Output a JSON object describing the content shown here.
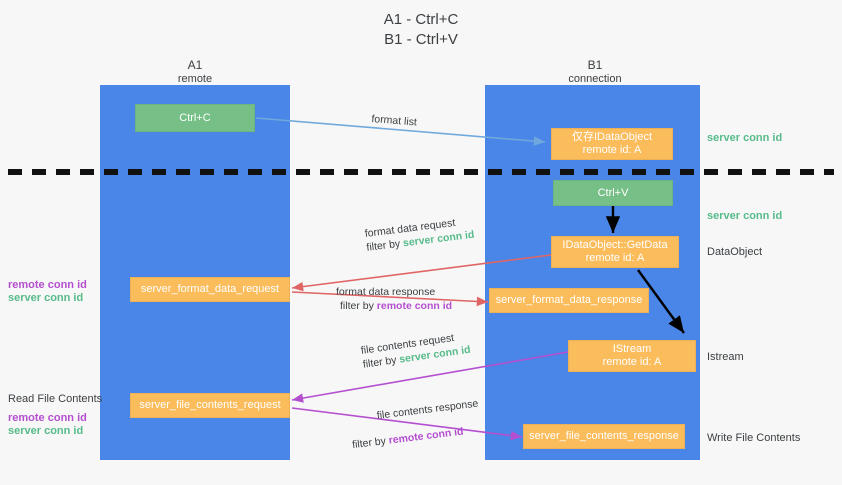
{
  "title": {
    "line1": "A1 - Ctrl+C",
    "line2": "B1 - Ctrl+V"
  },
  "colors": {
    "lane": "#4a86e8",
    "orange_box": "#fbbc5c",
    "green_box": "#76c087",
    "server_conn_id": "#57bb8a",
    "remote_conn_id": "#b44fd0",
    "arrow_blue": "#6fa8dc",
    "arrow_red": "#e06666",
    "arrow_purple": "#b44fd0",
    "arrow_black": "#000000",
    "background": "#f7f7f7",
    "text": "#3c4043"
  },
  "columns": [
    {
      "name": "A1",
      "sub": "remote"
    },
    {
      "name": "B1",
      "sub": "connection"
    }
  ],
  "boxes": [
    {
      "id": "ctrl-c",
      "line1": "Ctrl+C",
      "line2": "",
      "color": "green"
    },
    {
      "id": "idataobject-clipboard",
      "line1": "仅存IDataObject",
      "line2": "remote id: A",
      "color": "orange"
    },
    {
      "id": "ctrl-v",
      "line1": "Ctrl+V",
      "line2": "",
      "color": "green"
    },
    {
      "id": "idataobject-getdata",
      "line1": "IDataObject::GetData",
      "line2": "remote id: A",
      "color": "orange"
    },
    {
      "id": "server-format-data-request",
      "line1": "server_format_data_request",
      "line2": "",
      "color": "orange"
    },
    {
      "id": "server-format-data-response",
      "line1": "server_format_data_response",
      "line2": "",
      "color": "orange"
    },
    {
      "id": "istream",
      "line1": "IStream",
      "line2": "remote id: A",
      "color": "orange"
    },
    {
      "id": "server-file-contents-request",
      "line1": "server_file_contents_request",
      "line2": "",
      "color": "orange"
    },
    {
      "id": "server-file-contents-response",
      "line1": "server_file_contents_response",
      "line2": "",
      "color": "orange"
    }
  ],
  "right_labels": [
    {
      "id": "server-conn-id-1",
      "text": "server conn id",
      "style": "green"
    },
    {
      "id": "server-conn-id-2",
      "text": "server conn id",
      "style": "green"
    },
    {
      "id": "dataobject",
      "text": "DataObject",
      "style": "plain"
    },
    {
      "id": "istream-label",
      "text": "Istream",
      "style": "plain"
    },
    {
      "id": "write-file",
      "text": "Write File Contents",
      "style": "plain"
    }
  ],
  "left_labels": [
    {
      "id": "left-remote-1",
      "text": "remote conn id",
      "style": "purple"
    },
    {
      "id": "left-server-1",
      "text": "server conn id",
      "style": "green"
    },
    {
      "id": "read-file",
      "text": "Read File Contents",
      "style": "plain"
    },
    {
      "id": "left-remote-2",
      "text": "remote conn id",
      "style": "purple"
    },
    {
      "id": "left-server-2",
      "text": "server conn id",
      "style": "green"
    }
  ],
  "edge_captions": [
    {
      "id": "format-list",
      "line1": "format list",
      "filter_prefix": "",
      "filter_value": "",
      "filter_style": ""
    },
    {
      "id": "format-data-request",
      "line1": "format data request",
      "filter_prefix": "filter by ",
      "filter_value": "server conn id",
      "filter_style": "green"
    },
    {
      "id": "format-data-response",
      "line1": "format data response",
      "filter_prefix": "filter by ",
      "filter_value": "remote conn id",
      "filter_style": "purple"
    },
    {
      "id": "file-contents-request",
      "line1": "file contents request",
      "filter_prefix": "filter by ",
      "filter_value": "server conn id",
      "filter_style": "green"
    },
    {
      "id": "file-contents-response",
      "line1": "file contents response",
      "filter_prefix": "filter by ",
      "filter_value": "remote conn id",
      "filter_style": "purple"
    }
  ]
}
